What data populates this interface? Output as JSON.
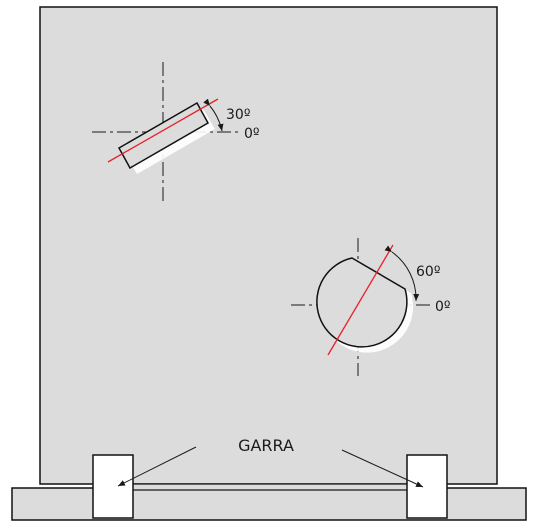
{
  "labels": {
    "angle_top": "30º",
    "zero_top": "0º",
    "angle_round": "60º",
    "zero_round": "0º",
    "clamp": "GARRA"
  },
  "colors": {
    "plate": "#dcdcdc",
    "outline": "#111111",
    "axis": "#1a1a1a",
    "cut_line": "#e8202a",
    "clamp_fill": "#ffffff"
  }
}
